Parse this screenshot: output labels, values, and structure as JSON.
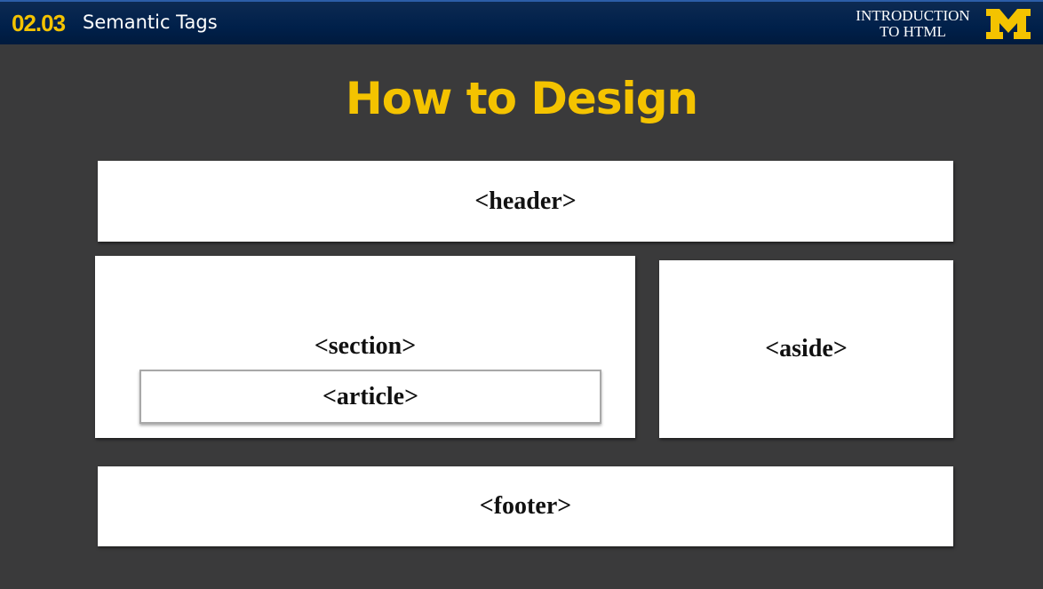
{
  "topbar": {
    "lesson_number": "02.03",
    "lesson_title": "Semantic Tags",
    "course_line1": "INTRODUCTION",
    "course_line2": "TO HTML",
    "logo_icon": "michigan-block-m-icon"
  },
  "slide": {
    "title": "How to Design",
    "boxes": {
      "header": "<header>",
      "section": "<section>",
      "article": "<article>",
      "aside": "<aside>",
      "footer": "<footer>"
    }
  },
  "colors": {
    "background": "#3a3a3b",
    "topbar": "#00204a",
    "accent_maize": "#f4c300",
    "box": "#ffffff"
  }
}
